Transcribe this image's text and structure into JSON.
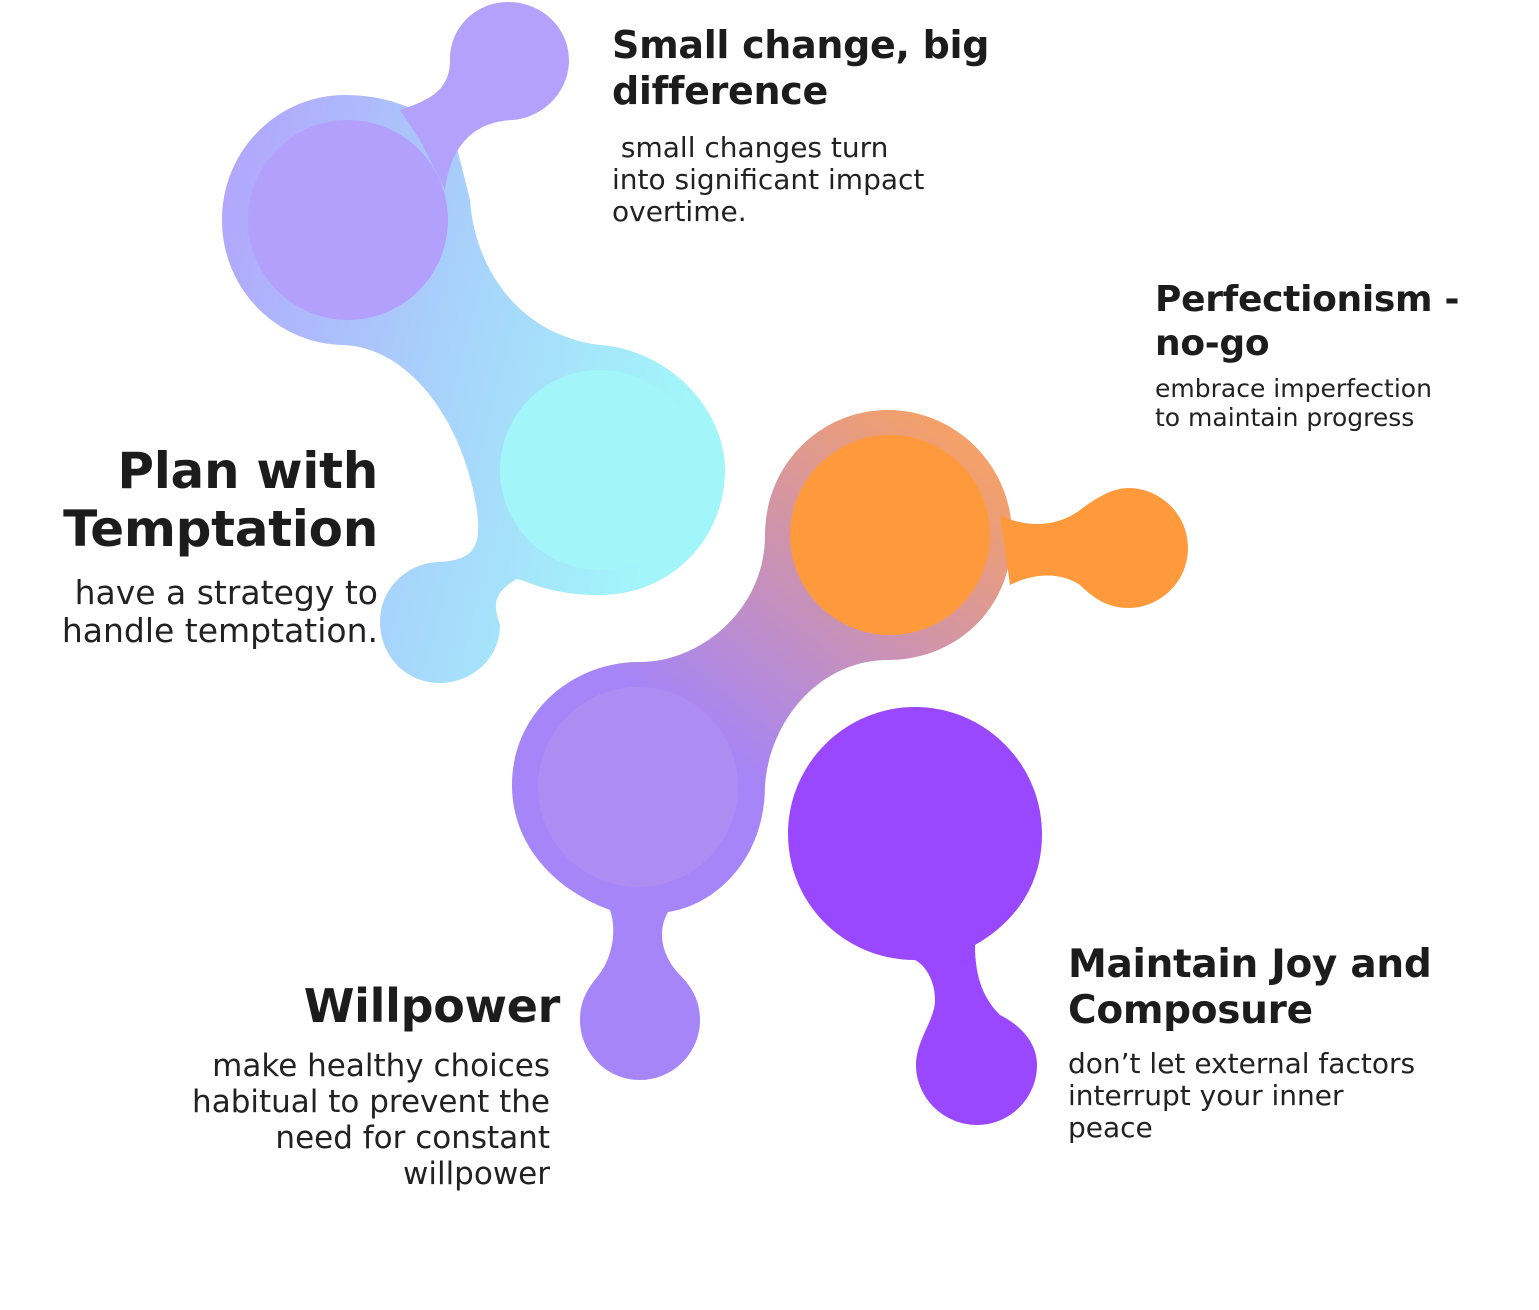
{
  "colors": {
    "lavender": "#B3A2FC",
    "light_blue": "#A8D0FB",
    "cyan": "#A2F6FA",
    "orange": "#FF9A3C",
    "purple": "#A585F7",
    "violet": "#9A48FF",
    "text": "#1C1C1C"
  },
  "items": [
    {
      "title": "Small change, big difference",
      "desc": " small changes turn into significant impact overtime."
    },
    {
      "title": "Perfectionism -no-go",
      "desc": "embrace imperfection to maintain progress"
    },
    {
      "title": "Plan with Temptation",
      "desc": "have a strategy to handle temptation."
    },
    {
      "title": "Willpower",
      "desc": "make healthy choices habitual to prevent the need for constant willpower"
    },
    {
      "title": "Maintain Joy and Composure",
      "desc": "don’t let external factors interrupt your inner peace"
    }
  ]
}
